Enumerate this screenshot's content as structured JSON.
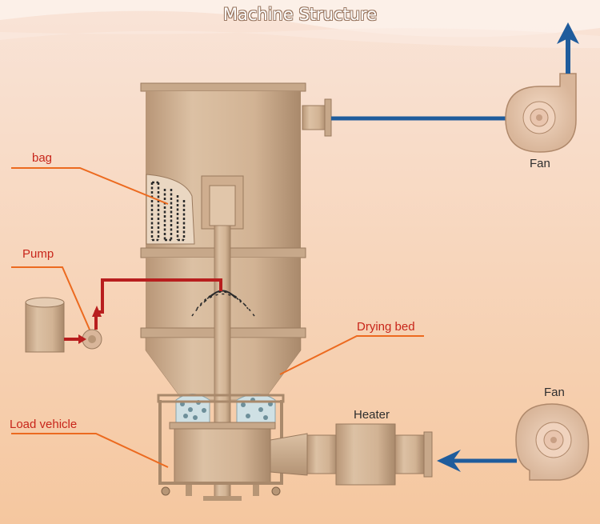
{
  "title": "Machine Structure",
  "labels": {
    "bag": "bag",
    "pump": "Pump",
    "load_vehicle": "Load vehicle",
    "drying_bed": "Drying bed",
    "heater": "Heater",
    "fan_top": "Fan",
    "fan_bottom": "Fan"
  },
  "colors": {
    "background_top": "#f9e4d8",
    "background_bottom": "#f5c79f",
    "machine_body": "#d2b394",
    "machine_shadow": "#a9896b",
    "label_red": "#c8251a",
    "leader_line": "#ec6a1f",
    "air_flow_blue": "#1f5c9c",
    "liquid_pipe_red": "#b81e1e"
  }
}
